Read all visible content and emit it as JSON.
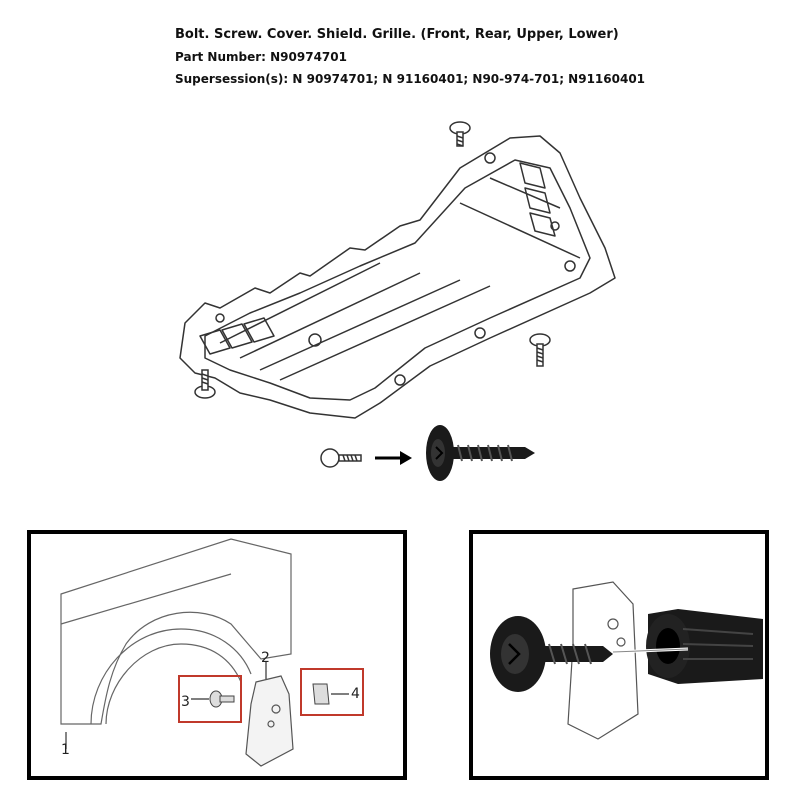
{
  "header": {
    "title": "Bolt. Screw. Cover. Shield. Grille. (Front, Rear, Upper, Lower)",
    "part_number_label": "Part Number:",
    "part_number": "N90974701",
    "supersession_label": "Supersession(s):",
    "supersessions": "N 90974701; N 91160401; N90-974-701; N91160401"
  },
  "callouts": {
    "c1": "1",
    "c2": "2",
    "c3": "3",
    "c4": "4"
  },
  "colors": {
    "line_art": "#333333",
    "highlight_box": "#c0392b",
    "screw_dark": "#1a1a1a"
  }
}
